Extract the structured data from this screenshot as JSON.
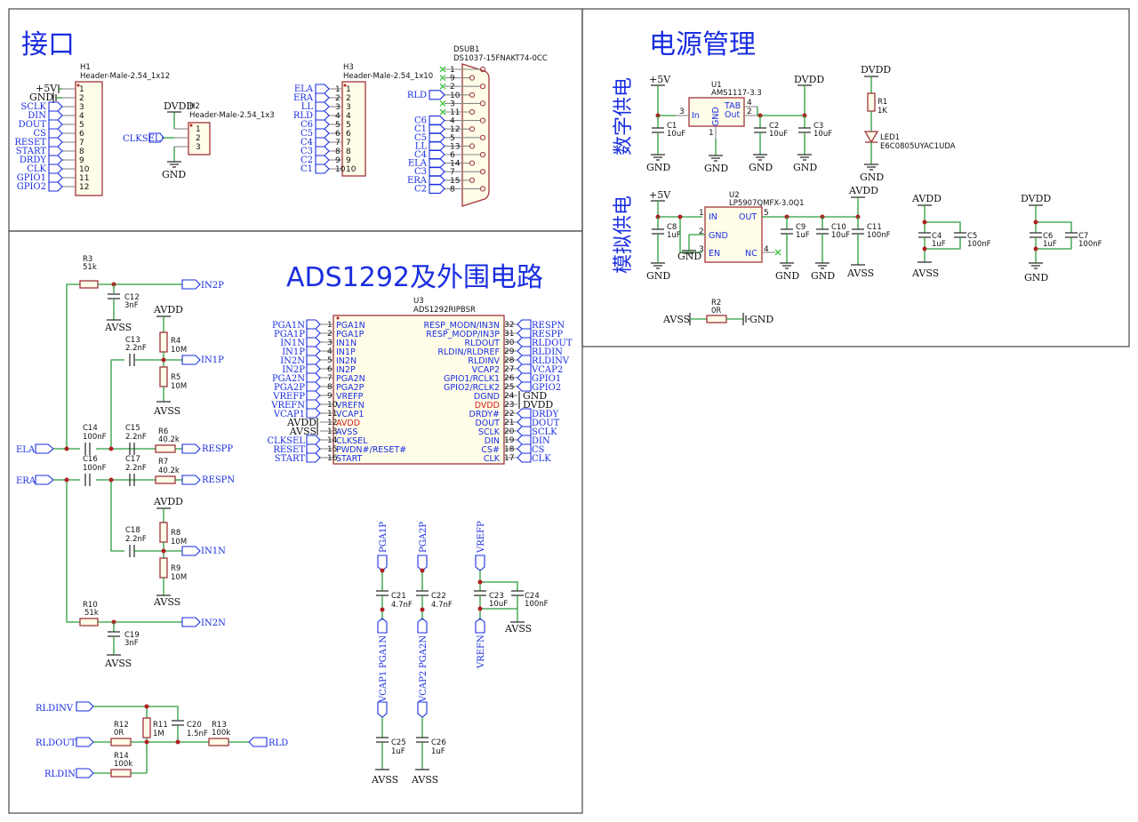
{
  "sections": {
    "interface": "接口",
    "power": "电源管理",
    "ads": "ADS1292及外围电路",
    "digital": "数字供电",
    "analog": "模拟供电"
  },
  "h1": {
    "ref": "H1",
    "value": "Header-Male-2.54_1x12",
    "nets": [
      "+5V",
      "GND",
      "SCLK",
      "DIN",
      "DOUT",
      "CS",
      "RESET",
      "START",
      "DRDY",
      "CLK",
      "GPIO1",
      "GPIO2"
    ],
    "pins": [
      "1",
      "2",
      "3",
      "4",
      "5",
      "6",
      "7",
      "8",
      "9",
      "10",
      "11",
      "12"
    ]
  },
  "h2": {
    "ref": "H2",
    "value": "Header-Male-2.54_1x3",
    "pins": [
      "1",
      "2",
      "3"
    ],
    "top_net": "DVDD",
    "mid_net": "CLKSEL",
    "bot_net": "GND"
  },
  "h3": {
    "ref": "H3",
    "value": "Header-Male-2.54_1x10",
    "nets": [
      "ELA",
      "ERA",
      "LL",
      "RLD",
      "C6",
      "C5",
      "C4",
      "C3",
      "C2",
      "C1"
    ],
    "pins": [
      "1",
      "2",
      "3",
      "4",
      "5",
      "6",
      "7",
      "8",
      "9",
      "10"
    ]
  },
  "dsub": {
    "ref": "DSUB1",
    "value": "DS1037-15FNAKT74-0CC",
    "pins": [
      "1",
      "9",
      "2",
      "10",
      "3",
      "11",
      "4",
      "12",
      "5",
      "13",
      "6",
      "14",
      "7",
      "15",
      "8"
    ],
    "nets": [
      "",
      "",
      "",
      "RLD",
      "",
      "",
      "C6",
      "C1",
      "C5",
      "LL",
      "C4",
      "ELA",
      "C3",
      "ERA",
      "C2"
    ]
  },
  "u3": {
    "ref": "U3",
    "value": "ADS1292RIPBSR",
    "left_pins": [
      {
        "num": "1",
        "name": "PGA1N",
        "net": "PGA1N"
      },
      {
        "num": "2",
        "name": "PGA1P",
        "net": "PGA1P"
      },
      {
        "num": "3",
        "name": "IN1N",
        "net": "IN1N"
      },
      {
        "num": "4",
        "name": "IN1P",
        "net": "IN1P"
      },
      {
        "num": "5",
        "name": "IN2N",
        "net": "IN2N"
      },
      {
        "num": "6",
        "name": "IN2P",
        "net": "IN2P"
      },
      {
        "num": "7",
        "name": "PGA2N",
        "net": "PGA2N"
      },
      {
        "num": "8",
        "name": "PGA2P",
        "net": "PGA2P"
      },
      {
        "num": "9",
        "name": "VREFP",
        "net": "VREFP"
      },
      {
        "num": "10",
        "name": "VREFN",
        "net": "VREFN"
      },
      {
        "num": "11",
        "name": "VCAP1",
        "net": "VCAP1"
      },
      {
        "num": "12",
        "name": "AVDD",
        "net": "AVDD"
      },
      {
        "num": "13",
        "name": "AVSS",
        "net": "AVSS"
      },
      {
        "num": "14",
        "name": "CLKSEL",
        "net": "CLKSEL"
      },
      {
        "num": "15",
        "name": "PWDN#/RESET#",
        "net": "RESET"
      },
      {
        "num": "16",
        "name": "START",
        "net": "START"
      }
    ],
    "right_pins": [
      {
        "num": "32",
        "name": "RESP_MODN/IN3N",
        "net": "RESPN"
      },
      {
        "num": "31",
        "name": "RESP_MODP/IN3P",
        "net": "RESPP"
      },
      {
        "num": "30",
        "name": "RLDOUT",
        "net": "RLDOUT"
      },
      {
        "num": "29",
        "name": "RLDIN/RLDREF",
        "net": "RLDIN"
      },
      {
        "num": "28",
        "name": "RLDINV",
        "net": "RLDINV"
      },
      {
        "num": "27",
        "name": "VCAP2",
        "net": "VCAP2"
      },
      {
        "num": "26",
        "name": "GPIO1/RCLK1",
        "net": "GPIO1"
      },
      {
        "num": "25",
        "name": "GPIO2/RCLK2",
        "net": "GPIO2"
      },
      {
        "num": "24",
        "name": "DGND",
        "net": "GND"
      },
      {
        "num": "23",
        "name": "DVDD",
        "net": "DVDD"
      },
      {
        "num": "22",
        "name": "DRDY#",
        "net": "DRDY"
      },
      {
        "num": "21",
        "name": "DOUT",
        "net": "DOUT"
      },
      {
        "num": "20",
        "name": "SCLK",
        "net": "SCLK"
      },
      {
        "num": "19",
        "name": "DIN",
        "net": "DIN"
      },
      {
        "num": "18",
        "name": "CS#",
        "net": "CS"
      },
      {
        "num": "17",
        "name": "CLK",
        "net": "CLK"
      }
    ]
  },
  "power": {
    "u1_ref": "U1",
    "u1_value": "AMS1117-3.3",
    "u1_pins": {
      "in_name": "In",
      "in_num": "3",
      "gnd_name": "GND",
      "gnd_num": "1",
      "tab_name": "TAB",
      "tab_num": "4",
      "out_name": "Out",
      "out_num": "2"
    },
    "u2_ref": "U2",
    "u2_value": "LP5907QMFX-3.0Q1",
    "u2_pins": {
      "in_name": "IN",
      "in_num": "1",
      "gnd_name": "GND",
      "gnd_num": "2",
      "en_name": "EN",
      "en_num": "3",
      "out_name": "OUT",
      "out_num": "5",
      "nc_name": "NC",
      "nc_num": "4"
    },
    "r1_ref": "R1",
    "r1_value": "1K",
    "led_ref": "LED1",
    "led_value": "E6C0805UYAC1UDA",
    "r2_ref": "R2",
    "r2_value": "0R"
  },
  "caps": {
    "C1": "10uF",
    "C2": "10uF",
    "C3": "10uF",
    "C4": "1uF",
    "C5": "100nF",
    "C6": "1uF",
    "C7": "100nF",
    "C8": "1uF",
    "C9": "1uF",
    "C10": "10uF",
    "C11": "100nF",
    "C12": "3nF",
    "C13": "2.2nF",
    "C14": "100nF",
    "C15": "2.2nF",
    "C16": "100nF",
    "C17": "2.2nF",
    "C18": "2.2nF",
    "C19": "3nF",
    "C20": "1.5nF",
    "C21": "4.7nF",
    "C22": "4.7nF",
    "C23": "10uF",
    "C24": "100nF",
    "C25": "1uF",
    "C26": "1uF"
  },
  "res": {
    "R3": "51k",
    "R4": "10M",
    "R5": "10M",
    "R6": "40.2k",
    "R7": "40.2k",
    "R8": "10M",
    "R9": "10M",
    "R10": "51k",
    "R11": "1M",
    "R12": "0R",
    "R13": "100k",
    "R14": "100k"
  },
  "nets": {
    "p5v": "+5V",
    "gnd": "GND",
    "dvdd": "DVDD",
    "avdd": "AVDD",
    "avss": "AVSS",
    "ela": "ELA",
    "era": "ERA",
    "in2p": "IN2P",
    "in1p": "IN1P",
    "in1n": "IN1N",
    "in2n": "IN2N",
    "respp": "RESPP",
    "respn": "RESPN",
    "rldinv": "RLDINV",
    "rldout": "RLDOUT",
    "rldin": "RLDIN",
    "rld": "RLD",
    "pga1p": "PGA1P",
    "pga2p": "PGA2P",
    "vrefp": "VREFP",
    "pga1n": "PGA1N",
    "pga2n": "PGA2N",
    "vrefn": "VREFN",
    "vcap1": "VCAP1",
    "vcap2": "VCAP2"
  }
}
